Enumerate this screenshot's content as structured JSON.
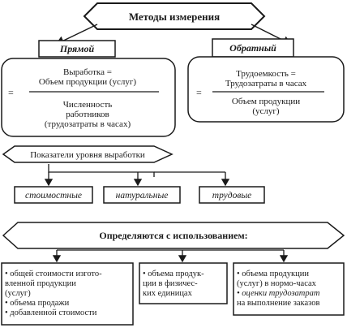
{
  "title": "Методы измерения",
  "direct": {
    "label": "Прямой",
    "formula_line1": "Выработка =",
    "formula_line2": "Объем продукции (услуг)",
    "eq": "=",
    "formula_den1": "Численность",
    "formula_den2": "работников",
    "formula_den3": "(трудозатраты в часах)"
  },
  "inverse": {
    "label": "Обратный",
    "formula_line1": "Трудоемкость =",
    "formula_line2": "Трудозатраты в часах",
    "eq": "=",
    "formula_den1": "Объем продукции",
    "formula_den2": "(услуг)"
  },
  "indicators_title": "Показатели уровня выработки",
  "indicator_types": [
    "стоимостные",
    "натуральные",
    "трудовые"
  ],
  "determined_title": "Определяются с использованием:",
  "col1": [
    "• общей стоимости изгото-",
    "  вленной продукции",
    "  (услуг)",
    "• объема продажи",
    "• добавленной стоимости"
  ],
  "col2": [
    "• объема продук-",
    "  ции в физичес-",
    "  ких единицах"
  ],
  "col3": [
    "• объема продукции",
    "  (услуг) в нормо-часах",
    "• оценки трудозатрат",
    "  на выполнение заказов"
  ]
}
